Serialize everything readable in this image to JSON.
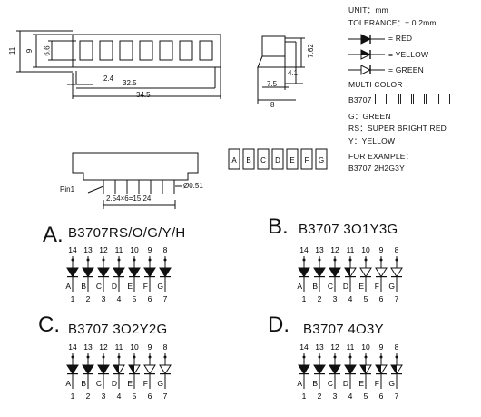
{
  "spec": {
    "unit": "UNIT：mm",
    "tolerance": "TOLERANCE：± 0.2mm",
    "legend": [
      {
        "label": "= RED",
        "style": "solid"
      },
      {
        "label": "= YELLOW",
        "style": "half"
      },
      {
        "label": "= GREEN",
        "style": "open"
      }
    ],
    "multi_color": "MULTI COLOR",
    "model_prefix": "B3707",
    "codes": [
      "G：GREEN",
      "RS：SUPER BRIGHT RED",
      "Y：YELLOW"
    ],
    "example_label": "FOR EXAMPLE：",
    "example_value": "B3707  2H2G3Y"
  },
  "dimensions": {
    "front_height_outer": "11",
    "front_height_inner": "9",
    "front_height_seg": "6.6",
    "seg_offset": "2.4",
    "seg_span": "32.5",
    "total_width": "34.5",
    "side_height": "7.62",
    "side_pin": "4.1",
    "side_depth": "7.5",
    "side_total": "8",
    "pin_label": "Pin1",
    "pin_pitch": "2.54×6=15.24",
    "pin_diameter": "Ø0.51"
  },
  "segment_letters": [
    "A",
    "B",
    "C",
    "D",
    "E",
    "F",
    "G"
  ],
  "top_pins": [
    "14",
    "13",
    "12",
    "11",
    "10",
    "9",
    "8"
  ],
  "bottom_pins": [
    "1",
    "2",
    "3",
    "4",
    "5",
    "6",
    "7"
  ],
  "variants": [
    {
      "letter": "A.",
      "title": "B3707RS/O/G/Y/H",
      "diodes": [
        "solid",
        "solid",
        "solid",
        "solid",
        "solid",
        "solid",
        "solid"
      ]
    },
    {
      "letter": "B.",
      "title": "B3707  3O1Y3G",
      "diodes": [
        "solid",
        "solid",
        "solid",
        "half",
        "open",
        "open",
        "open"
      ]
    },
    {
      "letter": "C.",
      "title": "B3707  3O2Y2G",
      "diodes": [
        "solid",
        "solid",
        "solid",
        "half",
        "half",
        "open",
        "open"
      ]
    },
    {
      "letter": "D.",
      "title": "B3707  4O3Y",
      "diodes": [
        "solid",
        "solid",
        "solid",
        "solid",
        "half",
        "half",
        "half"
      ]
    }
  ]
}
